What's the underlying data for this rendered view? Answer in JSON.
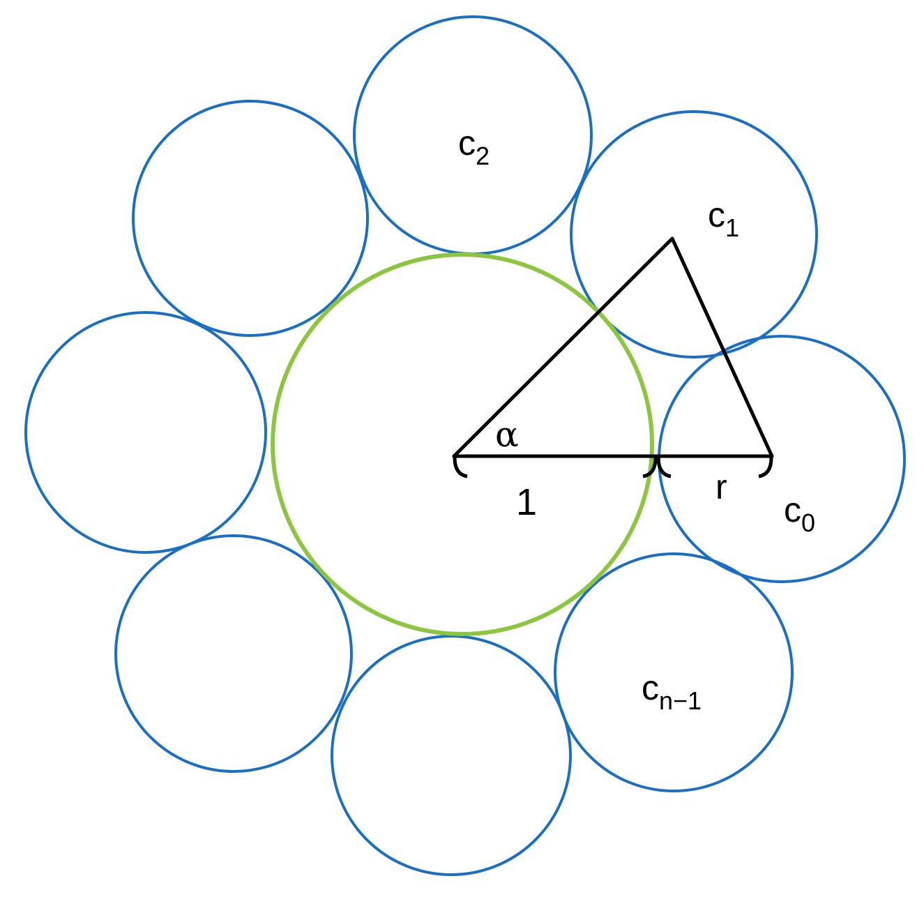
{
  "colors": {
    "outer_circles": "#1a6fc4",
    "center_circle": "#8cc63f",
    "lines": "#000000"
  },
  "labels": {
    "c0": {
      "base": "c",
      "sub": "0"
    },
    "c1": {
      "base": "c",
      "sub": "1"
    },
    "c2": {
      "base": "c",
      "sub": "2"
    },
    "cn1": {
      "base": "c",
      "sub": "n−1"
    },
    "alpha": "α",
    "radius_inner": "1",
    "radius_outer": "r"
  }
}
